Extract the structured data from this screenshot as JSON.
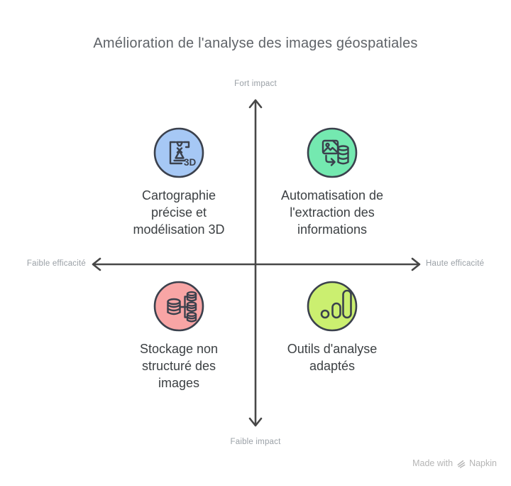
{
  "title": "Amélioration de l'analyse des images géospatiales",
  "axes": {
    "top_label": "Fort impact",
    "bottom_label": "Faible impact",
    "left_label": "Faible efficacité",
    "right_label": "Haute efficacité",
    "line_color": "#474747",
    "label_color": "#9aa0a6"
  },
  "quadrants": [
    {
      "position": "top-left",
      "icon": "3d-printer-icon",
      "icon_text": "3D",
      "color": "#a6c8f5",
      "label": "Cartographie précise et modélisation 3D",
      "label_lines": [
        "Cartographie",
        "précise et",
        "modélisation 3D"
      ]
    },
    {
      "position": "top-right",
      "icon": "image-to-database-icon",
      "color": "#74e9b0",
      "label": "Automatisation de l'extraction des informations",
      "label_lines": [
        "Automatisation de",
        "l'extraction des",
        "informations"
      ]
    },
    {
      "position": "bottom-left",
      "icon": "database-branch-icon",
      "color": "#f8a5a5",
      "label": "Stockage non structuré des images",
      "label_lines": [
        "Stockage non",
        "structuré des",
        "images"
      ]
    },
    {
      "position": "bottom-right",
      "icon": "bar-chart-icon",
      "color": "#cbef70",
      "label": "Outils d'analyse adaptés",
      "label_lines": [
        "Outils d'analyse",
        "adaptés"
      ]
    }
  ],
  "colors": {
    "icon_stroke": "#3b414d",
    "title_text": "#5f6368",
    "quadrant_text": "#3c4043",
    "watermark_text": "#b5b5b5"
  },
  "watermark": {
    "prefix": "Made with",
    "brand": "Napkin"
  }
}
